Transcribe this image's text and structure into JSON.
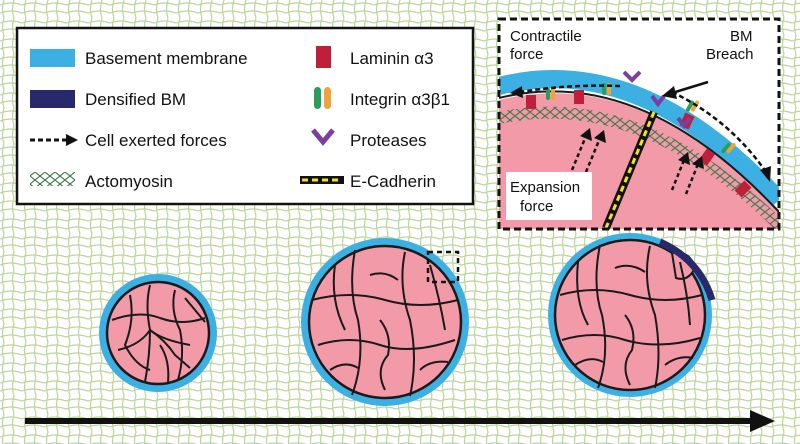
{
  "colors": {
    "background_mesh": "#bcd59a",
    "basement_membrane": "#3cb0e2",
    "densified_bm": "#27296b",
    "cell_fill": "#f39aa8",
    "cell_outline": "#1a1a1a",
    "laminin": "#c01f3a",
    "integrin_green": "#2a9d5b",
    "integrin_orange": "#f2a23a",
    "protease": "#7b3fa0",
    "actomyosin": "#3e7a4e",
    "ecadherin_yellow": "#f5e21b"
  },
  "legend": {
    "items": [
      {
        "label": "Basement membrane",
        "icon": "blue-bar-icon"
      },
      {
        "label": "Laminin α3",
        "icon": "red-block-icon"
      },
      {
        "label": "Densified BM",
        "icon": "navy-bar-icon"
      },
      {
        "label": "Integrin α3β1",
        "icon": "integrin-icon"
      },
      {
        "label": "Cell exerted forces",
        "icon": "dashed-arrow-icon"
      },
      {
        "label": "Proteases",
        "icon": "chevron-icon"
      },
      {
        "label": "Actomyosin",
        "icon": "mesh-icon"
      },
      {
        "label": "E-Cadherin",
        "icon": "dashed-yellow-line-icon"
      }
    ]
  },
  "inset": {
    "contractile_label_line1": "Contractile",
    "contractile_label_line2": "force",
    "breach_label_line1": "BM",
    "breach_label_line2": "Breach",
    "expansion_label_line1": "Expansion",
    "expansion_label_line2": "force"
  },
  "stages": [
    "small-spheroid",
    "medium-spheroid",
    "large-spheroid-breach"
  ]
}
